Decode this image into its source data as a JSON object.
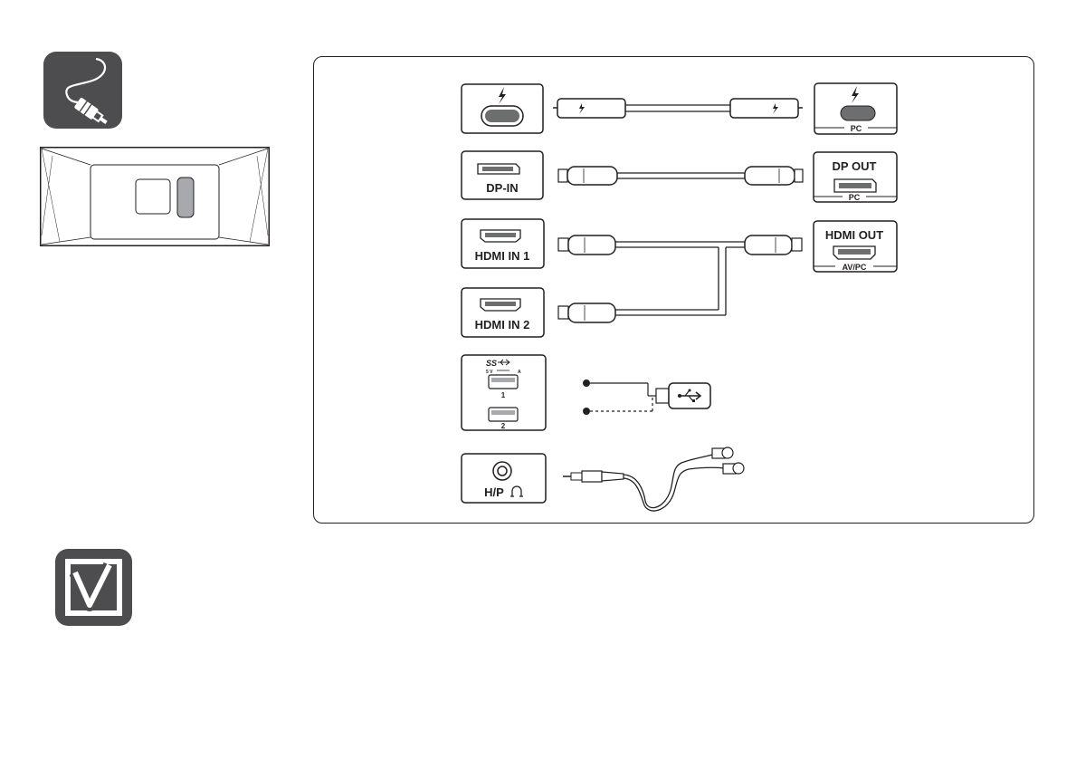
{
  "icons": {
    "cable_icon": "cable-connection-icon",
    "check_icon": "checkmark-icon",
    "tile_color": "#4d4d4f"
  },
  "ports": {
    "thunderbolt": {
      "symbol": "thunderbolt-icon"
    },
    "dp_in": {
      "label": "DP-IN"
    },
    "hdmi_in_1": {
      "label": "HDMI IN 1"
    },
    "hdmi_in_2": {
      "label": "HDMI IN 2"
    },
    "usb": {
      "ss_label": "SS",
      "spec_left": "5 V",
      "spec_right": "A",
      "port1": "1",
      "port2": "2"
    },
    "headphone": {
      "label": "H/P"
    }
  },
  "sources": {
    "thunderbolt_pc": {
      "sub": "PC"
    },
    "dp_out": {
      "label": "DP OUT",
      "sub": "PC"
    },
    "hdmi_out": {
      "label": "HDMI OUT",
      "sub": "AV/PC"
    }
  },
  "colors": {
    "ink": "#231f20",
    "port_fill": "#6d6e70",
    "accent_fill": "#a7a9ac"
  }
}
